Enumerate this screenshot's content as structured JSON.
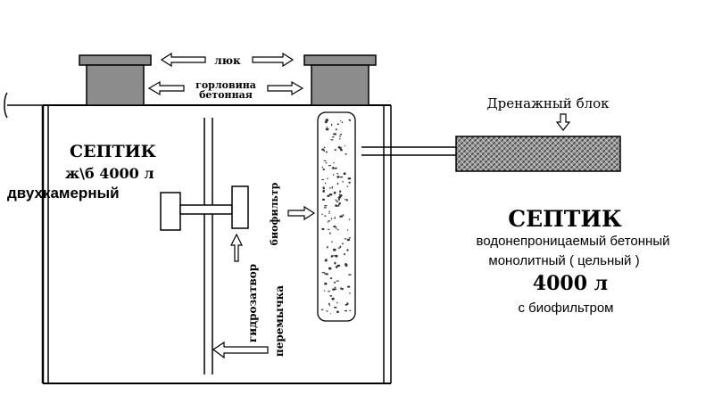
{
  "labels": {
    "hatch": "люк",
    "neck_line1": "горловина",
    "neck_line2": "бетонная",
    "drain_block": "Дренажный блок",
    "biofilter": "биофильтр",
    "water_seal": "гидрозатвор",
    "partition": "перемычка"
  },
  "left_caption": {
    "line1": "СЕПТИК",
    "line2": "ж\\б 4000 л",
    "line3": "двухкамерный"
  },
  "right_caption": {
    "title": "СЕПТИК",
    "line1": "водонепроницаемый бетонный",
    "line2": "монолитный  ( цельный )",
    "volume": "4000 л",
    "line4": "с биофильтром"
  }
}
